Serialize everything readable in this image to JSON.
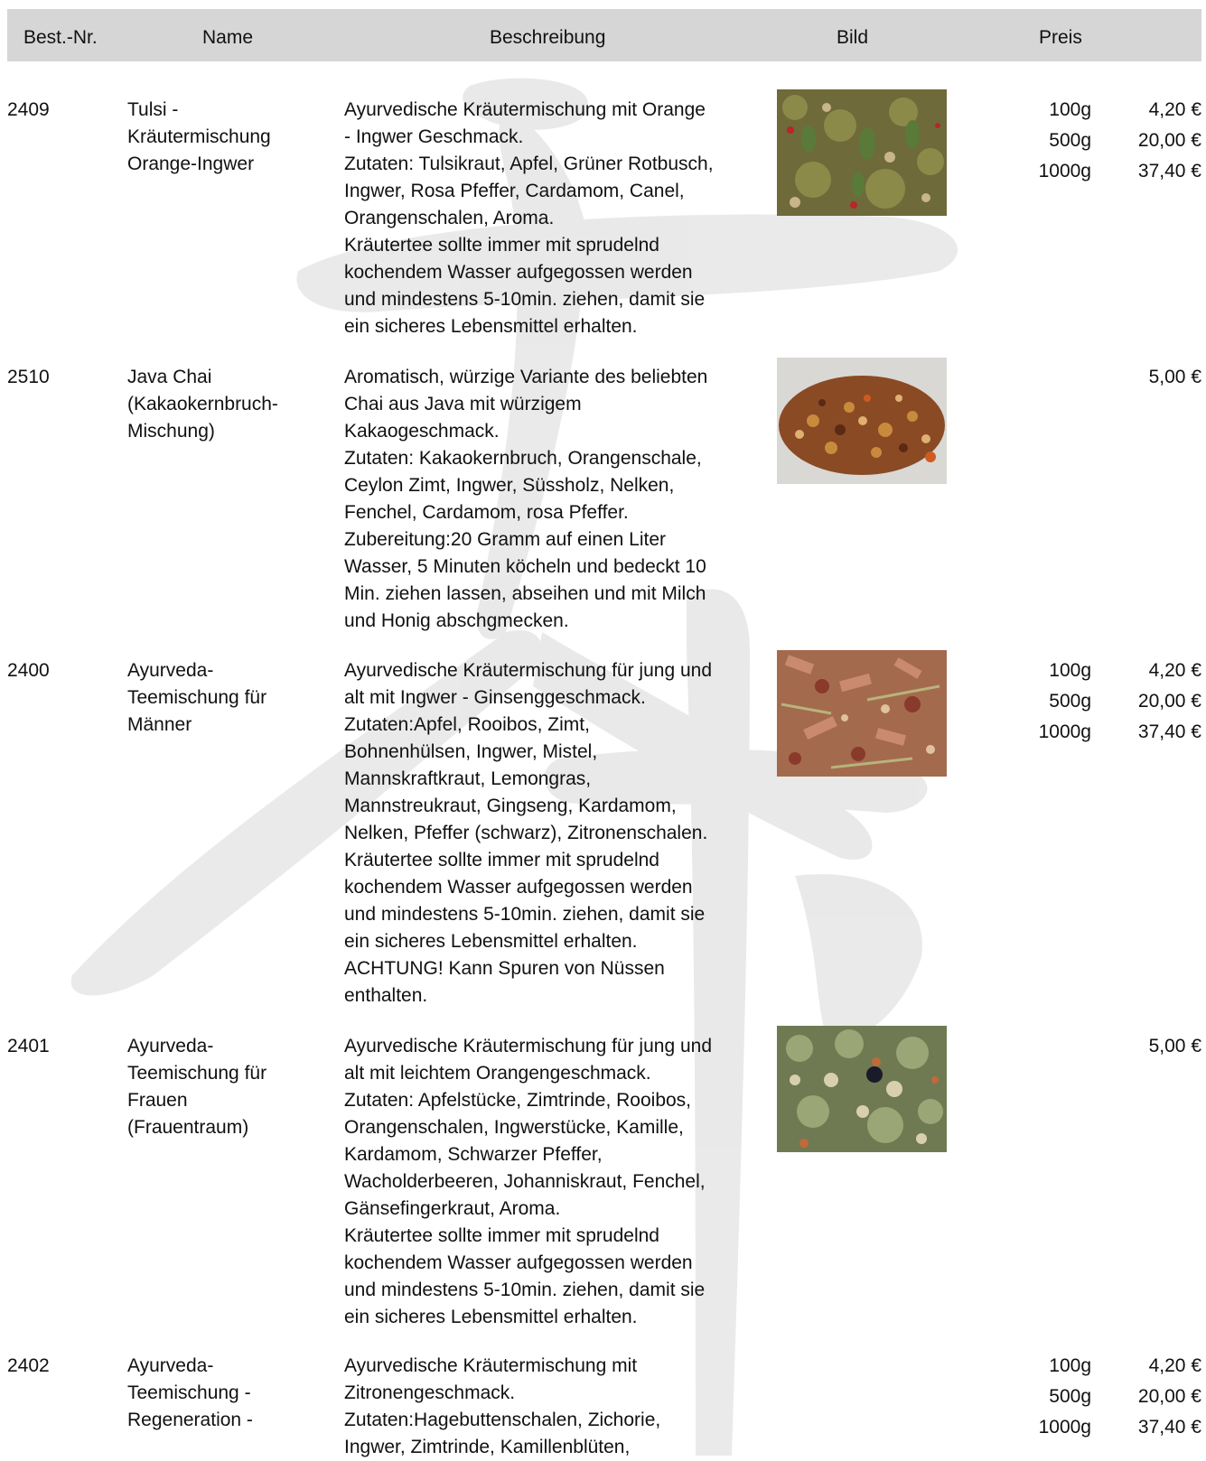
{
  "header": {
    "nr": "Best.-Nr.",
    "name": "Name",
    "desc": "Beschreibung",
    "img": "Bild",
    "price": "Preis"
  },
  "rows": [
    {
      "nr": "2409",
      "name": "Tulsi -\nKräutermischung\nOrange-Ingwer",
      "desc": "Ayurvedische Kräutermischung mit Orange\n- Ingwer Geschmack.\nZutaten: Tulsikraut, Apfel, Grüner Rotbusch,\nIngwer, Rosa Pfeffer, Cardamom, Canel,\nOrangenschalen, Aroma.\nKräutertee sollte immer mit sprudelnd\nkochendem Wasser aufgegossen werden\nund mindestens 5-10min. ziehen, damit sie\nein sicheres Lebensmittel erhalten.",
      "prices": [
        {
          "weight": "100g",
          "price": "4,20 €"
        },
        {
          "weight": "500g",
          "price": "20,00 €"
        },
        {
          "weight": "1000g",
          "price": "37,40 €"
        }
      ]
    },
    {
      "nr": "2510",
      "name": "Java Chai\n(Kakaokernbruch-\nMischung)",
      "desc": "Aromatisch, würzige Variante des beliebten\nChai aus Java mit würzigem\nKakaogeschmack.\nZutaten: Kakaokernbruch, Orangenschale,\nCeylon Zimt, Ingwer, Süssholz, Nelken,\nFenchel, Cardamom, rosa Pfeffer.\nZubereitung:20 Gramm auf einen Liter\nWasser, 5 Minuten köcheln und bedeckt 10\nMin. ziehen lassen, abseihen und mit Milch\nund Honig abschgmecken.",
      "price": "5,00 €"
    },
    {
      "nr": "2400",
      "name": "Ayurveda-\nTeemischung für\nMänner",
      "desc": "Ayurvedische Kräutermischung für jung und\nalt mit Ingwer - Ginsenggeschmack.\n Zutaten:Apfel, Rooibos, Zimt,\nBohnenhülsen, Ingwer, Mistel,\nMannskraftkraut, Lemongras,\nMannstreukraut, Gingseng, Kardamom,\nNelken, Pfeffer (schwarz), Zitronenschalen.\nKräutertee sollte immer mit sprudelnd\nkochendem Wasser aufgegossen werden\nund mindestens 5-10min. ziehen, damit sie\nein sicheres Lebensmittel erhalten.\nACHTUNG! Kann Spuren von Nüssen\nenthalten.",
      "prices": [
        {
          "weight": "100g",
          "price": "4,20 €"
        },
        {
          "weight": "500g",
          "price": "20,00 €"
        },
        {
          "weight": "1000g",
          "price": "37,40 €"
        }
      ]
    },
    {
      "nr": "2401",
      "name": "Ayurveda-\nTeemischung für\nFrauen\n(Frauentraum)",
      "desc": "Ayurvedische Kräutermischung für jung und\nalt mit leichtem Orangengeschmack.\nZutaten: Apfelstücke, Zimtrinde, Rooibos,\nOrangenschalen, Ingwerstücke, Kamille,\nKardamom, Schwarzer Pfeffer,\nWacholderbeeren, Johanniskraut, Fenchel,\nGänsefingerkraut, Aroma.\nKräutertee sollte immer mit sprudelnd\nkochendem Wasser aufgegossen werden\nund mindestens 5-10min. ziehen, damit sie\nein sicheres Lebensmittel erhalten.",
      "price": "5,00 €"
    },
    {
      "nr": "2402",
      "name": "Ayurveda-\nTeemischung -\nRegeneration -",
      "desc": "Ayurvedische Kräutermischung mit\nZitronengeschmack.\nZutaten:Hagebuttenschalen, Zichorie,\nIngwer, Zimtrinde, Kamillenblüten,",
      "prices": [
        {
          "weight": "100g",
          "price": "4,20 €"
        },
        {
          "weight": "500g",
          "price": "20,00 €"
        },
        {
          "weight": "1000g",
          "price": "37,40 €"
        }
      ]
    }
  ]
}
